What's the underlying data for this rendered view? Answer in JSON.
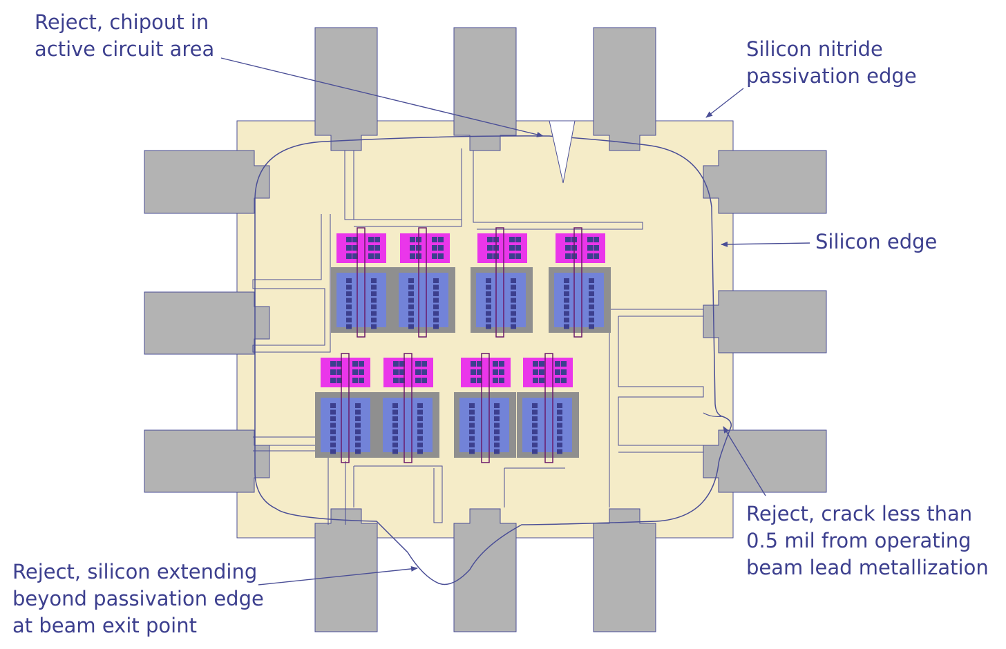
{
  "colors": {
    "silicon": "#f5ecc8",
    "beam_lead": "#b3b3b3",
    "outline": "#4a4e96",
    "label_text": "#3c3f8e",
    "magenta": "#ea36ea",
    "blue": "#7283d8",
    "gray": "#8f8f8f",
    "via": "#3c3f8e"
  },
  "annotations": {
    "chipout": [
      "Reject, chipout in",
      "active circuit area"
    ],
    "nitride": [
      "Silicon nitride",
      "passivation edge"
    ],
    "silicon_edge": [
      "Silicon edge"
    ],
    "crack": [
      "Reject, crack less than",
      "0.5 mil from operating",
      "beam lead metallization"
    ],
    "extending": [
      "Reject, silicon extending",
      "beyond passivation edge",
      "at beam exit point"
    ]
  }
}
